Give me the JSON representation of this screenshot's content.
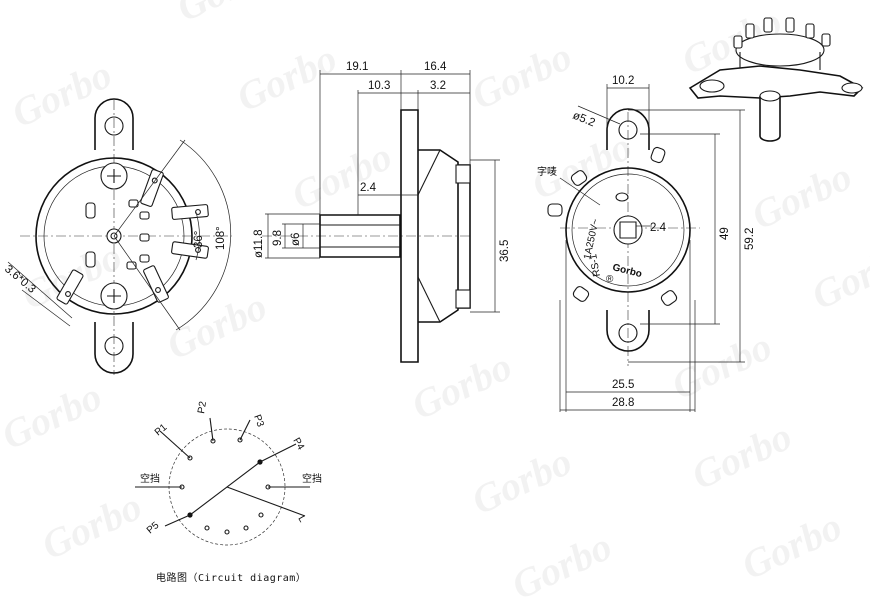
{
  "brand": {
    "watermark": "Gorbo",
    "registered_mark": "®",
    "label_brand": "Gorbo"
  },
  "dimensions": {
    "side_d1": "19.1",
    "side_d2": "16.4",
    "side_d3": "10.3",
    "side_d4": "3.2",
    "side_d5": "2.4",
    "side_d6": "36.5",
    "side_d7": "ø11.8",
    "side_d8": "9.8",
    "side_d9": "ø6",
    "front_d1": "10.2",
    "front_d2": "ø5.2",
    "front_d3": "2.4",
    "front_d4": "49",
    "front_d5": "59.2",
    "front_d6": "25.5",
    "front_d7": "28.8",
    "left_d1": "36°",
    "left_d2": "108°",
    "left_d3": "3.6*0.3"
  },
  "labels": {
    "marking": "字唛",
    "rating": "1A250V~",
    "model": "RS-1"
  },
  "circuit": {
    "caption": "电路图（Circuit diagram）",
    "p1": "P1",
    "p2": "P2",
    "p3": "P3",
    "p4": "P4",
    "p5": "P5",
    "blank_left": "空挡",
    "blank_right": "空挡",
    "line": "L"
  },
  "colors": {
    "line": "#1a1a1a",
    "background": "#ffffff"
  }
}
